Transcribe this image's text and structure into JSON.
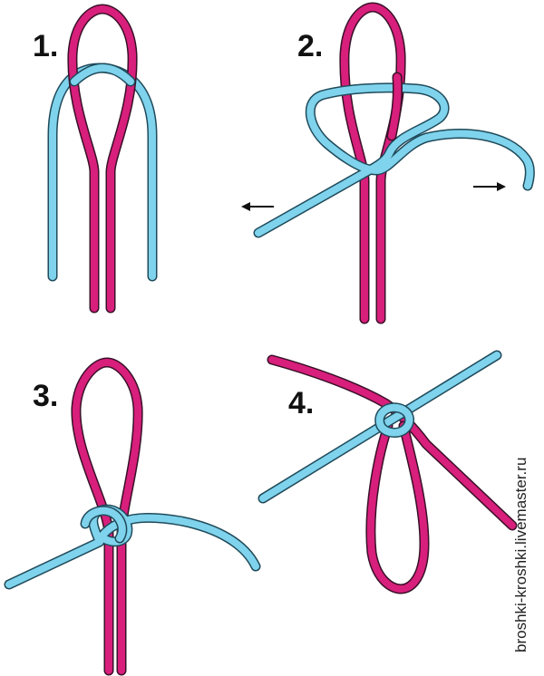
{
  "steps": [
    {
      "label": "1."
    },
    {
      "label": "2."
    },
    {
      "label": "3."
    },
    {
      "label": "4."
    }
  ],
  "watermark": "broshki-kroshki.livemaster.ru",
  "colors": {
    "cord_pink": "#d81f7c",
    "cord_blue": "#7fd3ec",
    "outline": "#222222",
    "background": "#ffffff"
  }
}
